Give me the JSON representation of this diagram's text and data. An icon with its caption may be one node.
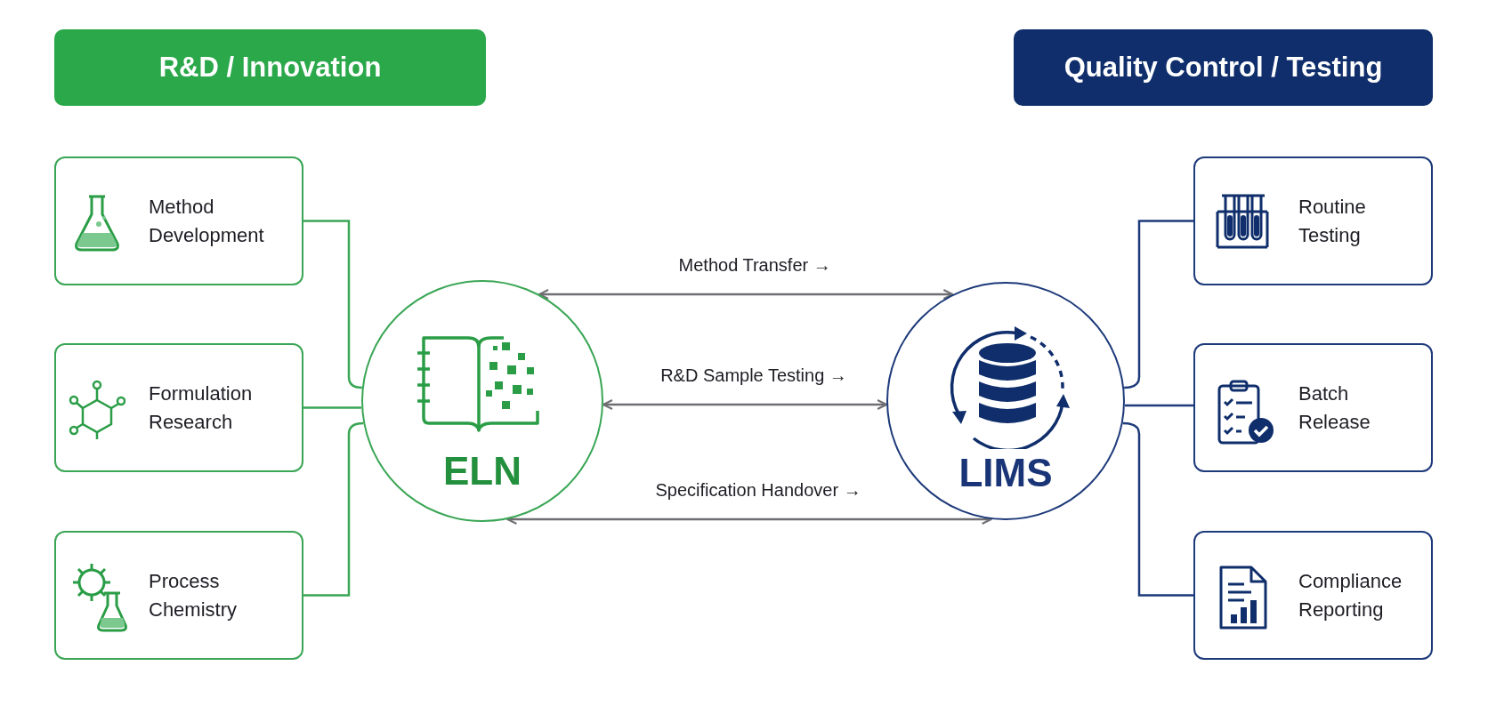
{
  "diagram": {
    "nodes": [
      {
        "text": [
          "R&D / Innovation"
        ]
      },
      {
        "text": [
          "Quality Control / Testing"
        ]
      },
      {
        "text": [
          "Method Development"
        ]
      },
      {
        "text": [
          "Formulation Research"
        ]
      },
      {
        "text": [
          "Process Chemistry"
        ]
      },
      {
        "text": [
          "ELN"
        ]
      },
      {
        "text": [
          "LIMS"
        ]
      },
      {
        "text": [
          "Routine Testing"
        ]
      },
      {
        "text": [
          "Batch Release"
        ]
      },
      {
        "text": [
          "Compliance Reporting"
        ]
      }
    ],
    "edges": [
      {
        "from": 2,
        "to": 5,
        "arrow": "none",
        "color": "#3aa655"
      },
      {
        "from": 3,
        "to": 5,
        "arrow": "none",
        "color": "#3aa655"
      },
      {
        "from": 4,
        "to": 5,
        "arrow": "none",
        "color": "#3aa655"
      },
      {
        "from": 5,
        "to": 6,
        "arrow": "both",
        "label": "Method Transfer →",
        "color": "#6e6e73"
      },
      {
        "from": 5,
        "to": 6,
        "arrow": "both",
        "label": "R&D Sample Testing →",
        "color": "#6e6e73"
      },
      {
        "from": 5,
        "to": 6,
        "arrow": "both",
        "label": "Specification Handover →",
        "color": "#6e6e73"
      },
      {
        "from": 6,
        "to": 7,
        "arrow": "none",
        "color": "#1d3a7a"
      },
      {
        "from": 6,
        "to": 8,
        "arrow": "none",
        "color": "#1d3a7a"
      },
      {
        "from": 6,
        "to": 9,
        "arrow": "none",
        "color": "#1d3a7a"
      }
    ]
  }
}
